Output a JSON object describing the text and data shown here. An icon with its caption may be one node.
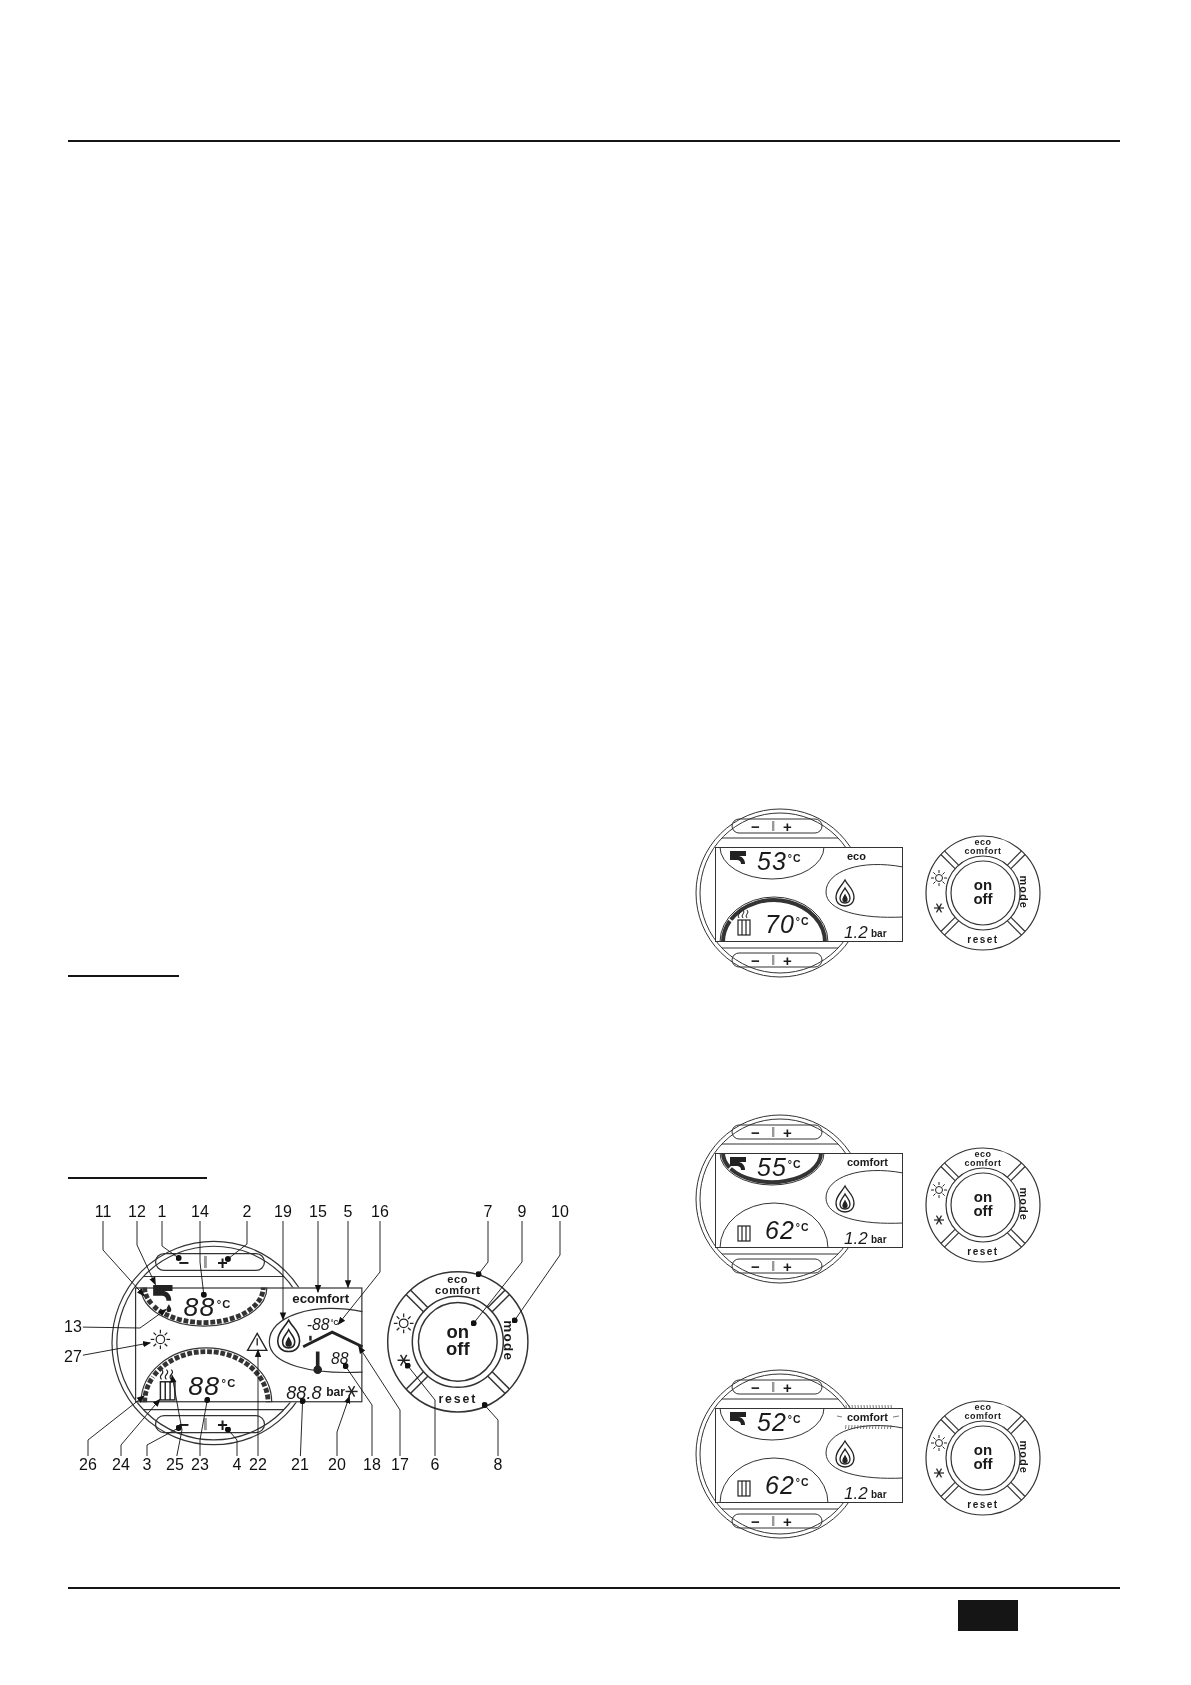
{
  "diagram": {
    "nodes": [
      {
        "text": [
          "11"
        ]
      },
      {
        "text": [
          "12"
        ]
      },
      {
        "text": [
          "1"
        ]
      },
      {
        "text": [
          "14"
        ]
      },
      {
        "text": [
          "2"
        ]
      },
      {
        "text": [
          "19"
        ]
      },
      {
        "text": [
          "15"
        ]
      },
      {
        "text": [
          "5"
        ]
      },
      {
        "text": [
          "16"
        ]
      },
      {
        "text": [
          "7"
        ]
      },
      {
        "text": [
          "9"
        ]
      },
      {
        "text": [
          "10"
        ]
      },
      {
        "text": [
          "13"
        ]
      },
      {
        "text": [
          "27"
        ]
      },
      {
        "text": [
          "26"
        ]
      },
      {
        "text": [
          "24"
        ]
      },
      {
        "text": [
          "3"
        ]
      },
      {
        "text": [
          "25"
        ]
      },
      {
        "text": [
          "23"
        ]
      },
      {
        "text": [
          "4"
        ]
      },
      {
        "text": [
          "22"
        ]
      },
      {
        "text": [
          "21"
        ]
      },
      {
        "text": [
          "20"
        ]
      },
      {
        "text": [
          "18"
        ]
      },
      {
        "text": [
          "17"
        ]
      },
      {
        "text": [
          "6"
        ]
      },
      {
        "text": [
          "8"
        ]
      },
      {
        "text": [],
        "shape": "box"
      },
      {
        "text": [],
        "shape": "arc",
        "in": 27
      },
      {
        "text": [],
        "shape": "picture",
        "in": 27
      },
      {
        "text": [
          "−"
        ]
      },
      {
        "text": [
          "88$^{°C}$"
        ],
        "in": 27
      },
      {
        "text": [
          "+"
        ]
      },
      {
        "text": [],
        "shape": "picture",
        "in": 27
      },
      {
        "text": [
          "ecomfort"
        ],
        "in": 27
      },
      {
        "text": [
          "-88$^{°C}$"
        ],
        "in": 27
      },
      {
        "text": [
          "eco comfort"
        ]
      },
      {
        "text": [
          "on off"
        ]
      },
      {
        "text": [
          "mode"
        ]
      },
      {
        "text": [],
        "shape": "picture",
        "in": 27
      },
      {
        "text": [],
        "shape": "picture",
        "in": 27
      },
      {
        "text": [],
        "shape": "arc",
        "in": 27
      },
      {
        "text": [],
        "shape": "picture",
        "in": 27
      },
      {
        "text": [
          "−"
        ]
      },
      {
        "text": [],
        "shape": "picture",
        "in": 27
      },
      {
        "text": [
          "88$^{°C}$"
        ],
        "in": 27
      },
      {
        "text": [
          "+"
        ]
      },
      {
        "text": [],
        "shape": "picture",
        "in": 27
      },
      {
        "text": [
          "88.8"
        ],
        "in": 27
      },
      {
        "text": [],
        "shape": "picture",
        "in": 27
      },
      {
        "text": [
          "88"
        ],
        "in": 27
      },
      {
        "text": [],
        "shape": "picture",
        "in": 27
      },
      {
        "text": [],
        "shape": "picture"
      },
      {
        "text": [
          "reset"
        ]
      }
    ],
    "edges": [
      {
        "from": 0,
        "to": 28,
        "arrow": "to"
      },
      {
        "from": 1,
        "to": 29,
        "arrow": "to"
      },
      {
        "from": 2,
        "to": 30,
        "arrow": "other"
      },
      {
        "from": 3,
        "to": 31,
        "arrow": "other"
      },
      {
        "from": 4,
        "to": 32,
        "arrow": "other"
      },
      {
        "from": 5,
        "to": 33,
        "arrow": "to"
      },
      {
        "from": 6,
        "to": 34,
        "arrow": "to"
      },
      {
        "from": 7,
        "to": 27,
        "arrow": "to"
      },
      {
        "from": 8,
        "to": 35,
        "arrow": "to"
      },
      {
        "from": 9,
        "to": 36,
        "arrow": "other"
      },
      {
        "from": 10,
        "to": 37,
        "arrow": "other"
      },
      {
        "from": 11,
        "to": 38,
        "arrow": "other"
      },
      {
        "from": 12,
        "to": 39,
        "arrow": "to"
      },
      {
        "from": 13,
        "to": 40,
        "arrow": "to"
      },
      {
        "from": 14,
        "to": 41,
        "arrow": "to"
      },
      {
        "from": 15,
        "to": 42,
        "arrow": "to"
      },
      {
        "from": 16,
        "to": 43,
        "arrow": "other"
      },
      {
        "from": 17,
        "to": 44,
        "arrow": "to"
      },
      {
        "from": 18,
        "to": 45,
        "arrow": "other"
      },
      {
        "from": 19,
        "to": 46,
        "arrow": "other"
      },
      {
        "from": 20,
        "to": 47,
        "arrow": "to"
      },
      {
        "from": 21,
        "to": 48,
        "arrow": "other"
      },
      {
        "from": 22,
        "to": 49,
        "arrow": "to"
      },
      {
        "from": 23,
        "to": 50,
        "arrow": "other"
      },
      {
        "from": 24,
        "to": 51,
        "arrow": "to"
      },
      {
        "from": 25,
        "to": 52,
        "arrow": "other"
      },
      {
        "from": 26,
        "to": 53,
        "arrow": "other"
      }
    ],
    "labels": [
      "−",
      "+",
      "53$^{°C}$",
      "eco",
      "70$^{°C}$",
      "1.2",
      "bar",
      "−",
      "+",
      "eco comfort",
      "on off",
      "mode",
      "reset",
      "−",
      "+",
      "55$^{°C}$",
      "comfort",
      "62$^{°C}$",
      "1.2",
      "bar",
      "−",
      "+",
      "eco comfort",
      "on off",
      "mode",
      "reset",
      "bar",
      "−",
      "+",
      "52$^{°C}$",
      "comfort",
      "62$^{°C}$",
      "1.2",
      "bar",
      "−",
      "+",
      "eco comfort",
      "on off",
      "mode",
      "reset"
    ]
  }
}
